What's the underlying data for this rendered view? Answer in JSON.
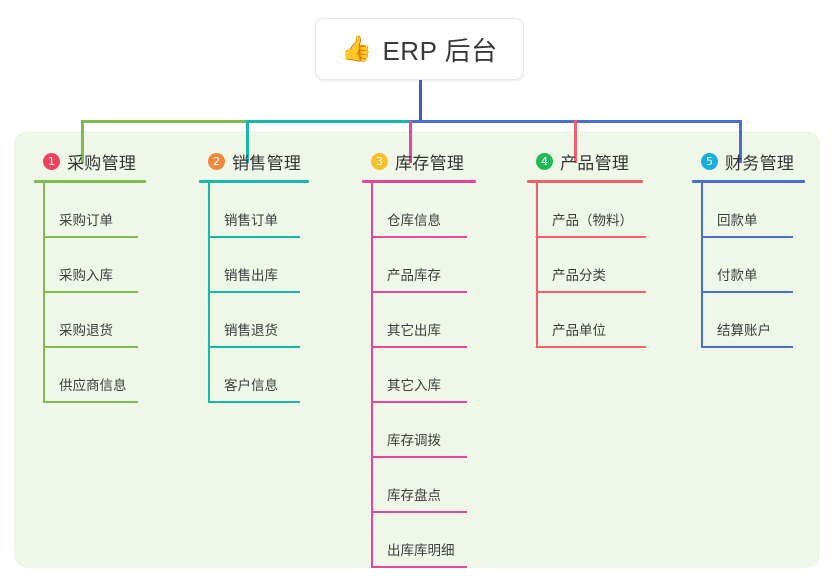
{
  "root": {
    "icon": "thumbs-up-icon",
    "emoji": "👍",
    "title": "ERP 后台"
  },
  "colors": {
    "panel_bg": "#eff8e8",
    "root_border": "#e9e9ec",
    "stem": "#4a55c8",
    "branch_1": "#7fbc4e",
    "branch_2": "#17b8a8",
    "branch_3": "#e8469a",
    "branch_4": "#f2606a",
    "branch_5": "#4a6fd0",
    "badge_1": "#f0425c",
    "badge_2": "#f2883c",
    "badge_3": "#f6c12a",
    "badge_4": "#22bb58",
    "badge_5": "#19aee0"
  },
  "columns": [
    {
      "index": "1",
      "badge": "1",
      "title": "采购管理",
      "color": "#7fbc4e",
      "badge_color": "#f0425c",
      "items": [
        "采购订单",
        "采购入库",
        "采购退货",
        "供应商信息"
      ]
    },
    {
      "index": "2",
      "badge": "2",
      "title": "销售管理",
      "color": "#17b8a8",
      "badge_color": "#f2883c",
      "items": [
        "销售订单",
        "销售出库",
        "销售退货",
        "客户信息"
      ]
    },
    {
      "index": "3",
      "badge": "3",
      "title": "库存管理",
      "color": "#e8469a",
      "badge_color": "#f6c12a",
      "items": [
        "仓库信息",
        "产品库存",
        "其它出库",
        "其它入库",
        "库存调拨",
        "库存盘点",
        "出库库明细"
      ]
    },
    {
      "index": "4",
      "badge": "4",
      "title": "产品管理",
      "color": "#f2606a",
      "badge_color": "#22bb58",
      "items": [
        "产品（物料）",
        "产品分类",
        "产品单位"
      ]
    },
    {
      "index": "5",
      "badge": "5",
      "title": "财务管理",
      "color": "#4a6fd0",
      "badge_color": "#19aee0",
      "items": [
        "回款单",
        "付款单",
        "结算账户"
      ]
    }
  ]
}
